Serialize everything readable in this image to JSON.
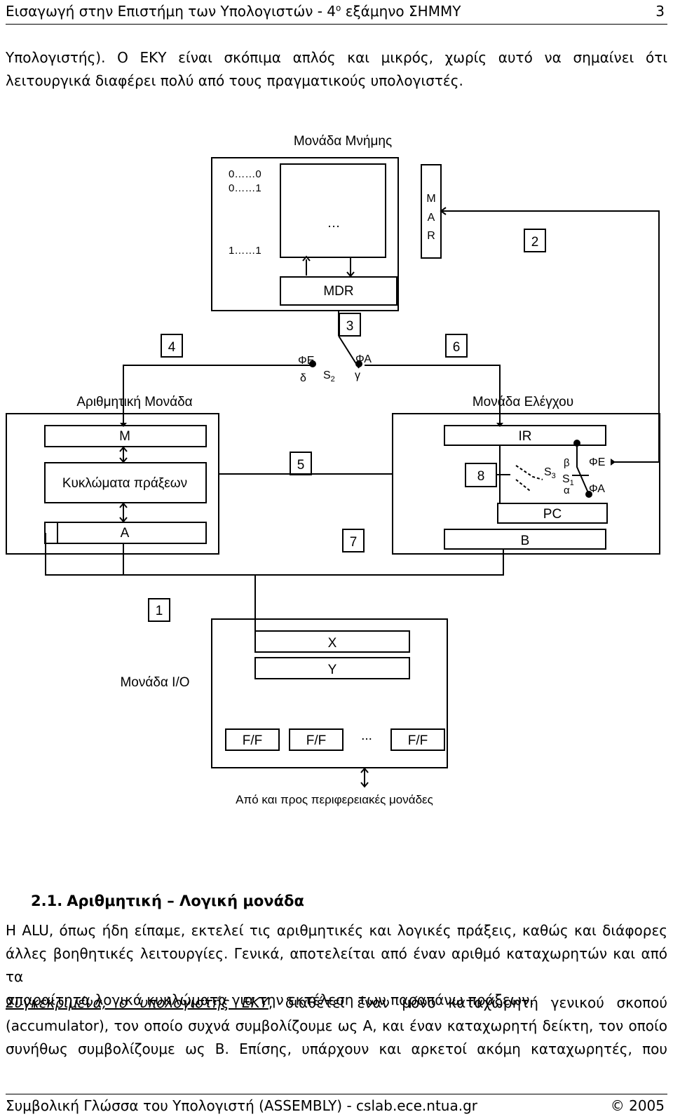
{
  "header": {
    "title": "Εισαγωγή στην Επιστήμη των Υπολογιστών - 4ο εξάμηνο ΣΗΜΜΥ",
    "title_main": "Εισαγωγή στην Επιστήμη των Υπολογιστών - 4",
    "title_sup": "ο",
    "title_rest": " εξάμηνο ΣΗΜΜΥ",
    "page_number": "3"
  },
  "intro": {
    "line1": "Υπολογιστής). Ο ΕΚΥ είναι σκόπιμα απλός και μικρός, χωρίς αυτό να σημαίνει ότι",
    "line2": "λειτουργικά διαφέρει πολύ από τους πραγματικούς υπολογιστές."
  },
  "diagram": {
    "memory_label": "Μονάδα Μνήμης",
    "addr_first": "0……0",
    "addr_second": "0……1",
    "addr_last": "1……1",
    "mem_dots": "…",
    "mar_letters": [
      "M",
      "A",
      "R"
    ],
    "mdr": "MDR",
    "box2": "2",
    "box3": "3",
    "box4": "4",
    "box6": "6",
    "s2_fe": "ΦΕ",
    "s2_delta": "δ",
    "s2_s": "S",
    "s2_sub": "2",
    "s2_fa": "ΦΑ",
    "s2_gamma": "γ",
    "alu_label": "Αριθμητική Μονάδα",
    "reg_m": "M",
    "circuits": "Κυκλώματα πράξεων",
    "reg_a": "A",
    "box5": "5",
    "box7": "7",
    "control_label": "Μονάδα Ελέγχου",
    "ir": "IR",
    "box8": "8",
    "s3_s": "S",
    "s3_sub": "3",
    "s1_s": "S",
    "s1_sub": "1",
    "s1_beta": "β",
    "s1_alpha": "α",
    "s1_fe": "ΦΕ",
    "s1_fa": "ΦΑ",
    "pc": "PC",
    "reg_b": "B",
    "box1": "1",
    "io_label": "Μονάδα I/O",
    "reg_x": "X",
    "reg_y": "Y",
    "ff1": "F/F",
    "ff2": "F/F",
    "ff_dots": "...",
    "ff3": "F/F",
    "peripherals": "Από και προς περιφερειακές μονάδες"
  },
  "section": {
    "number": "2.1.",
    "title": "Αριθμητική – Λογική μονάδα"
  },
  "para1": {
    "line1": "Η ALU, όπως ήδη είπαμε, εκτελεί τις αριθμητικές και λογικές πράξεις, καθώς και διάφορες",
    "line2": "άλλες βοηθητικές λειτουργίες. Γενικά, αποτελείται από έναν αριθμό καταχωρητών και από τα",
    "line3": "απαραίτητα λογικά κυκλώματα για την εκτέλεση των παραπάνω πράξεων."
  },
  "para2": {
    "underlined": "Συγκεκριμένα, ο υπολογιστής ΕΚΥ",
    "line1_rest": ", διαθέτει έναν μόνο καταχωρητή γενικού σκοπού",
    "line2": "(accumulator), τον οποίο συχνά συμβολίζουμε ως Α, και έναν καταχωρητή δείκτη, τον οποίο",
    "line3": "συνήθως συμβολίζουμε ως Β. Επίσης, υπάρχουν και αρκετοί ακόμη καταχωρητές, που"
  },
  "footer": {
    "left": "Συμβολική Γλώσσα του Υπολογιστή (ASSEMBLY) - cslab.ece.ntua.gr",
    "right": "© 2005"
  }
}
